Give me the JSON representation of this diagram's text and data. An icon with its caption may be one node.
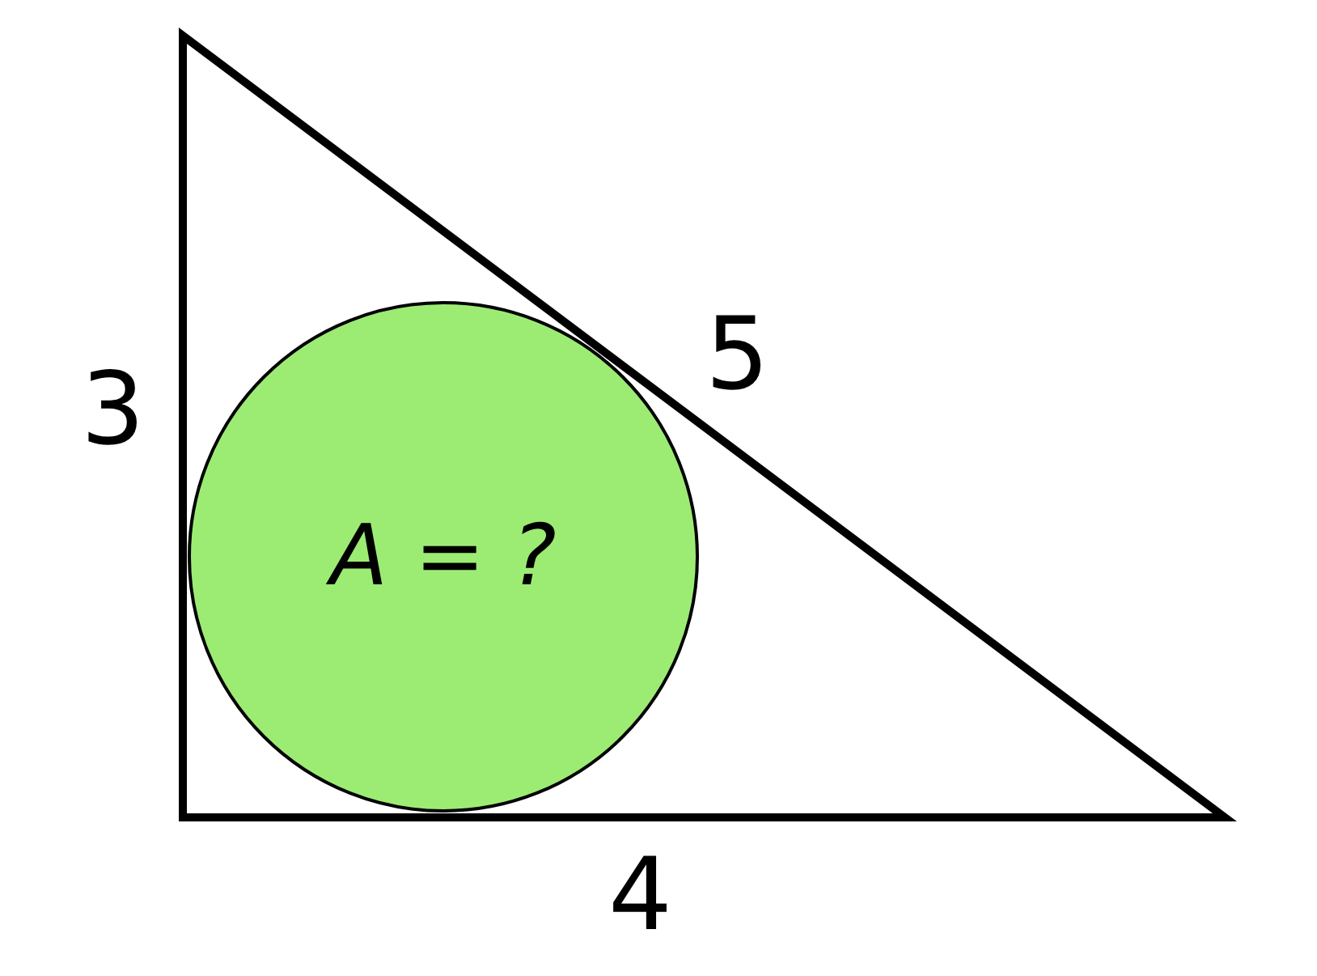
{
  "diagram": {
    "nodes": [
      {
        "text": [
          "A = ?"
        ]
      }
    ],
    "labels": [
      "3",
      "5",
      "4"
    ]
  }
}
